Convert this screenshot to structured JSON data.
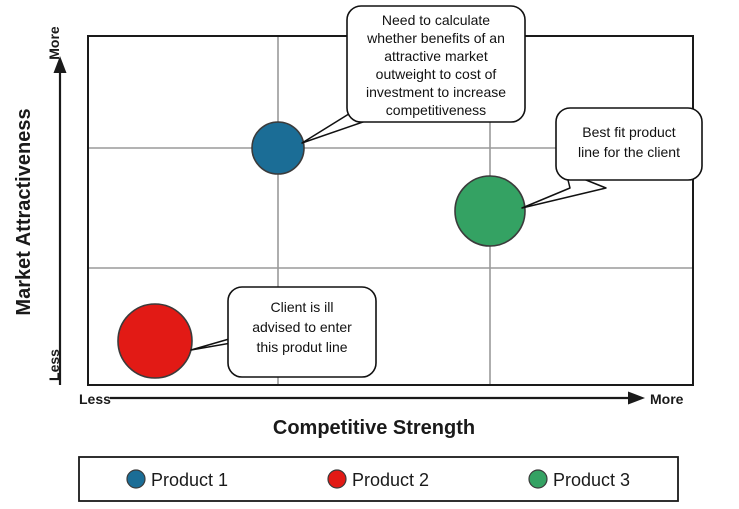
{
  "chart_data": {
    "type": "scatter",
    "title": "",
    "xlabel": "Competitive Strength",
    "ylabel": "Market Attractiveness",
    "x_axis": {
      "low_label": "Less",
      "high_label": "More",
      "gridlines": [
        2,
        4
      ],
      "xlim": [
        0,
        6
      ]
    },
    "y_axis": {
      "low_label": "Less",
      "high_label": "More",
      "gridlines": [
        2,
        4
      ],
      "ylim": [
        0,
        6
      ]
    },
    "grid": true,
    "legend_position": "bottom",
    "series": [
      {
        "name": "Product 1",
        "color": "#1b6d96",
        "x": 2.0,
        "y": 4.0,
        "size": 26,
        "annotation": "Need to calculate whether benefits of an attractive market outweight to cost of investment to increase competitiveness"
      },
      {
        "name": "Product 2",
        "color": "#e21a15",
        "x": 0.62,
        "y": 0.88,
        "size": 37,
        "annotation": "Client is ill advised to enter this produt line"
      },
      {
        "name": "Product 3",
        "color": "#34a263",
        "x": 4.0,
        "y": 2.78,
        "size": 35,
        "annotation": "Best fit product line for the client"
      }
    ]
  },
  "annotations": [
    {
      "id": "callout-product-1",
      "lines": [
        "Need to calculate",
        "whether benefits of an",
        "attractive market",
        "outweight to cost of",
        "investment to increase",
        "competitiveness"
      ]
    },
    {
      "id": "callout-product-3",
      "lines": [
        "Best fit product",
        "line for the client"
      ]
    },
    {
      "id": "callout-product-2",
      "lines": [
        "Client is ill",
        "advised to enter",
        "this produt line"
      ]
    }
  ],
  "legend": {
    "items": [
      {
        "label": "Product 1",
        "color": "#1b6d96"
      },
      {
        "label": "Product 2",
        "color": "#e21a15"
      },
      {
        "label": "Product 3",
        "color": "#34a263"
      }
    ]
  },
  "colors": {
    "product_1": "#1b6d96",
    "product_2": "#e21a15",
    "product_3": "#34a263",
    "axis": "#1a1a1a",
    "gridline": "#9a9a9a",
    "callout_stroke": "#111111",
    "background": "#ffffff"
  }
}
